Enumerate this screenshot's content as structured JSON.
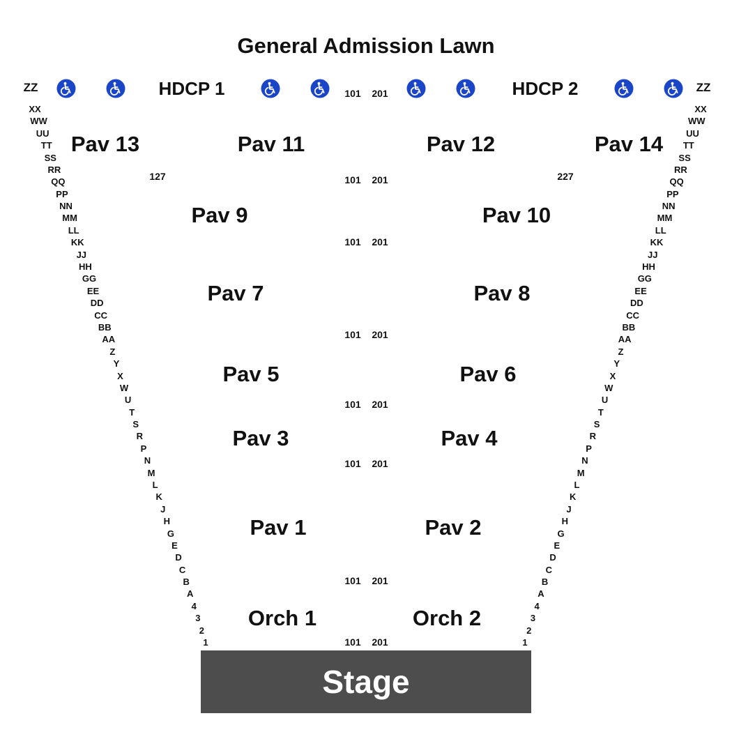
{
  "title": "General Admission Lawn",
  "colors": {
    "accessibility": "#1a45c6",
    "stage": "#4d4d4d"
  },
  "accessibility_icon": "wheelchair-icon",
  "hdcp": [
    "HDCP 1",
    "HDCP 2"
  ],
  "corner_rows": [
    "ZZ",
    "ZZ"
  ],
  "sections": {
    "pav13": "Pav 13",
    "pav11": "Pav 11",
    "pav12": "Pav 12",
    "pav14": "Pav 14",
    "pav9": "Pav 9",
    "pav10": "Pav 10",
    "pav7": "Pav 7",
    "pav8": "Pav 8",
    "pav5": "Pav 5",
    "pav6": "Pav 6",
    "pav3": "Pav 3",
    "pav4": "Pav 4",
    "pav1": "Pav 1",
    "pav2": "Pav 2",
    "orch1": "Orch 1",
    "orch2": "Orch 2"
  },
  "seat_labels": {
    "left_outer": "127",
    "right_outer": "227",
    "aisle_left": "101",
    "aisle_right": "201"
  },
  "rows": [
    "XX",
    "WW",
    "UU",
    "TT",
    "SS",
    "RR",
    "QQ",
    "PP",
    "NN",
    "MM",
    "LL",
    "KK",
    "JJ",
    "HH",
    "GG",
    "EE",
    "DD",
    "CC",
    "BB",
    "AA",
    "Z",
    "Y",
    "X",
    "W",
    "U",
    "T",
    "S",
    "R",
    "P",
    "N",
    "M",
    "L",
    "K",
    "J",
    "H",
    "G",
    "E",
    "D",
    "C",
    "B",
    "A",
    "4",
    "3",
    "2",
    "1"
  ],
  "stage": "Stage"
}
